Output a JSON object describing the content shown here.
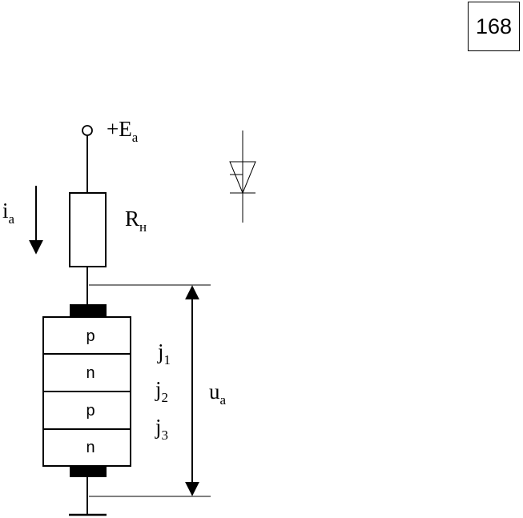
{
  "page_number": "168",
  "supply": {
    "sign": "+",
    "symbol": "E",
    "subscript": "a"
  },
  "current": {
    "symbol": "i",
    "subscript": "a"
  },
  "resistor": {
    "symbol": "R",
    "subscript": "н"
  },
  "voltage": {
    "symbol": "u",
    "subscript": "a"
  },
  "layers": [
    "p",
    "n",
    "p",
    "n"
  ],
  "junctions": [
    {
      "symbol": "j",
      "subscript": "1"
    },
    {
      "symbol": "j",
      "subscript": "2"
    },
    {
      "symbol": "j",
      "subscript": "3"
    }
  ],
  "colors": {
    "stroke": "#000000",
    "background": "#ffffff",
    "contact": "#000000"
  }
}
